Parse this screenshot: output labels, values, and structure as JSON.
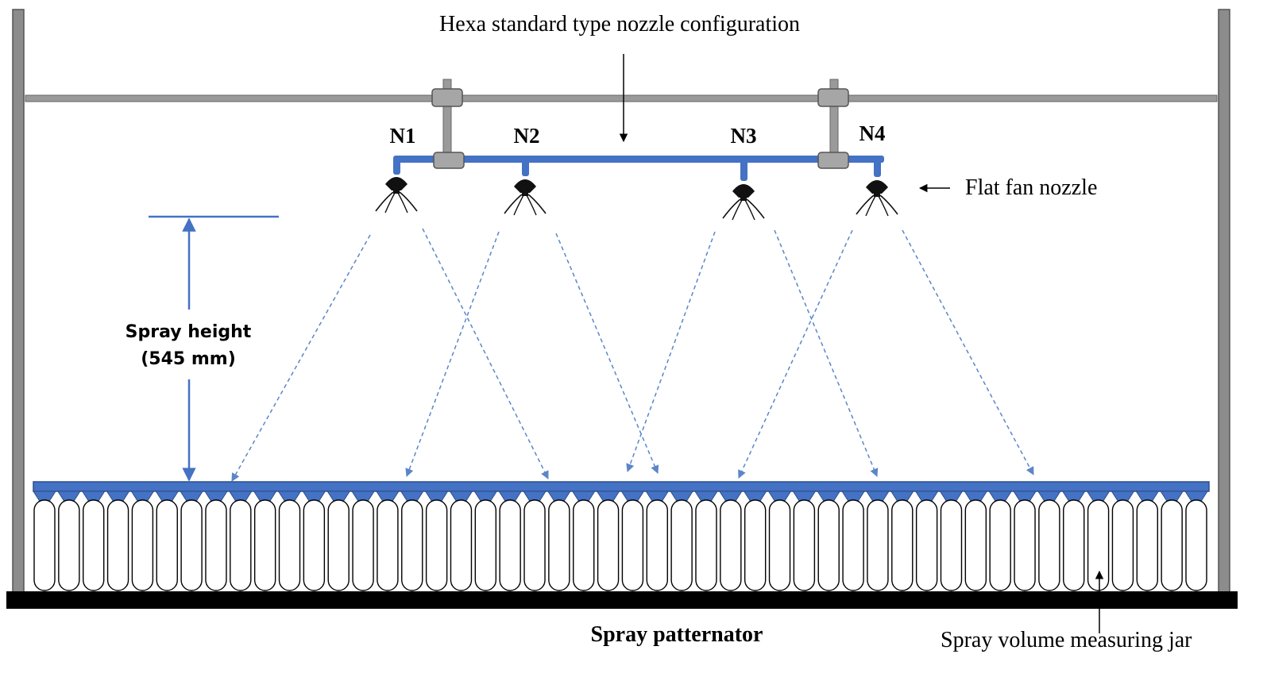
{
  "title": "Hexa standard type nozzle configuration",
  "nozzles": [
    "N1",
    "N2",
    "N3",
    "N4"
  ],
  "nozzle_label": "Flat fan nozzle",
  "spray_height": {
    "line1": "Spray height",
    "line2": "(545 mm)"
  },
  "bench_label": "Spray patternator",
  "jar_label": "Spray volume measuring jar",
  "jar_count": 48,
  "colors": {
    "pipe_blue": "#4472c4",
    "spray_arrow": "#5b86c7",
    "frame_gray": "#8c8c8c",
    "clamp_gray": "#a6a6a6",
    "ink": "#000000"
  }
}
